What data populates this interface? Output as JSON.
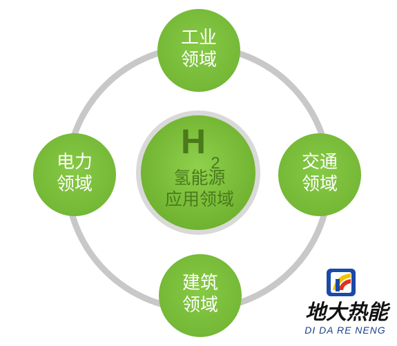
{
  "center": {
    "formula_letter": "H",
    "formula_subscript": "2",
    "line1": "氢能源",
    "line2": "应用领域"
  },
  "nodes": {
    "top": {
      "line1": "工业",
      "line2": "领域"
    },
    "right": {
      "line1": "交通",
      "line2": "领域"
    },
    "bottom": {
      "line1": "建筑",
      "line2": "领域"
    },
    "left": {
      "line1": "电力",
      "line2": "领域"
    }
  },
  "logo": {
    "name_cn": "地大热能",
    "name_en": "DI DA RE NENG"
  },
  "colors": {
    "node_green": "#7cc23b",
    "center_green": "#7cc23b",
    "ring_gray": "#c8c8c8",
    "center_text": "#4a7a1c",
    "logo_blue": "#1a4aa8",
    "logo_yellow": "#f2c200",
    "logo_red": "#e03020"
  }
}
